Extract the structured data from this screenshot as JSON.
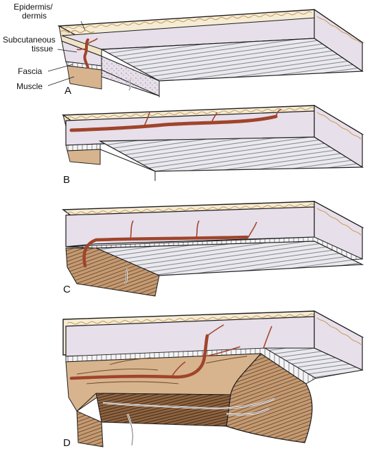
{
  "labels": {
    "epidermis_line1": "Epidermis/",
    "epidermis_line2": "dermis",
    "subcutaneous_line1": "Subcutaneous",
    "subcutaneous_line2": "tissue",
    "fascia": "Fascia",
    "muscle": "Muscle"
  },
  "panels": [
    {
      "letter": "A"
    },
    {
      "letter": "B"
    },
    {
      "letter": "C"
    },
    {
      "letter": "D"
    }
  ],
  "colors": {
    "skin": "#f1e3c6",
    "dermis_wave": "#c89a55",
    "subcutaneous": "#e7dfea",
    "fascia": "#f4f4f6",
    "muscle": "#d7b48e",
    "vessel": "#a0442b",
    "outline": "#1a1a1a"
  }
}
